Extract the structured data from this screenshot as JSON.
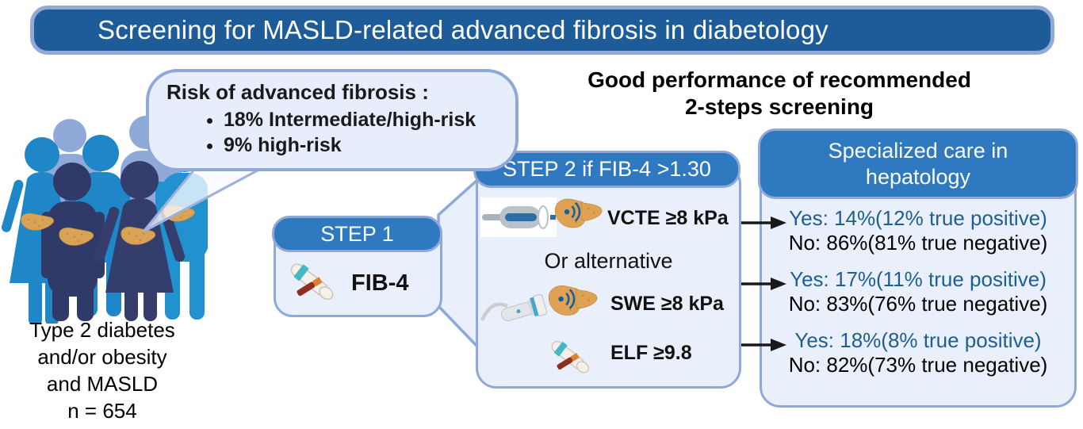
{
  "banner": {
    "title": "Screening for MASLD-related advanced fibrosis in diabetology"
  },
  "speech_bubble": {
    "title": "Risk of advanced fibrosis :",
    "bullets": [
      "18% Intermediate/high-risk",
      "9% high-risk"
    ]
  },
  "performance_heading": {
    "line1": "Good performance of recommended",
    "line2": "2-steps screening"
  },
  "population": {
    "caption_lines": [
      "Type 2 diabetes",
      "and/or obesity",
      "and MASLD",
      "n = 654"
    ],
    "icon": "patient-group-with-liver-icon"
  },
  "step1": {
    "header": "STEP 1",
    "test_label": "FIB-4",
    "icon": "blood-draw-arm-icon"
  },
  "step2": {
    "header": "STEP 2 if FIB-4 >1.30",
    "primary_test": {
      "label": "VCTE ≥8 kPa",
      "icons": [
        "vcte-probe-icon",
        "liver-elastography-icon"
      ]
    },
    "alternative_label": "Or alternative",
    "alternative_tests": [
      {
        "label": "SWE ≥8 kPa",
        "icons": [
          "ultrasound-probe-icon",
          "liver-elastography-icon"
        ]
      },
      {
        "label": "ELF ≥9.8",
        "icons": [
          "blood-draw-arm-icon"
        ]
      }
    ]
  },
  "outcomes": {
    "header": {
      "line1": "Specialized care in",
      "line2": "hepatology"
    },
    "rows": [
      {
        "yes": "Yes: 14%(12% true positive)",
        "no": "No: 86%(81% true negative)"
      },
      {
        "yes": "Yes: 17%(11% true positive)",
        "no": "No: 83%(76% true negative)"
      },
      {
        "yes": "Yes: 18%(8% true positive)",
        "no": "No: 82%(73% true negative)"
      }
    ]
  },
  "colors": {
    "banner_bg": "#1d5c99",
    "banner_border": "#93a9d6",
    "step_header_bg": "#2e79c0",
    "box_fill": "#e9effb",
    "box_border": "#8fa8d8",
    "yes_text": "#1d5f90",
    "person_light_blue": "#8fa9d9",
    "person_bright_blue": "#1f87c8",
    "person_navy": "#2f3a68",
    "liver": "#d9a355"
  }
}
